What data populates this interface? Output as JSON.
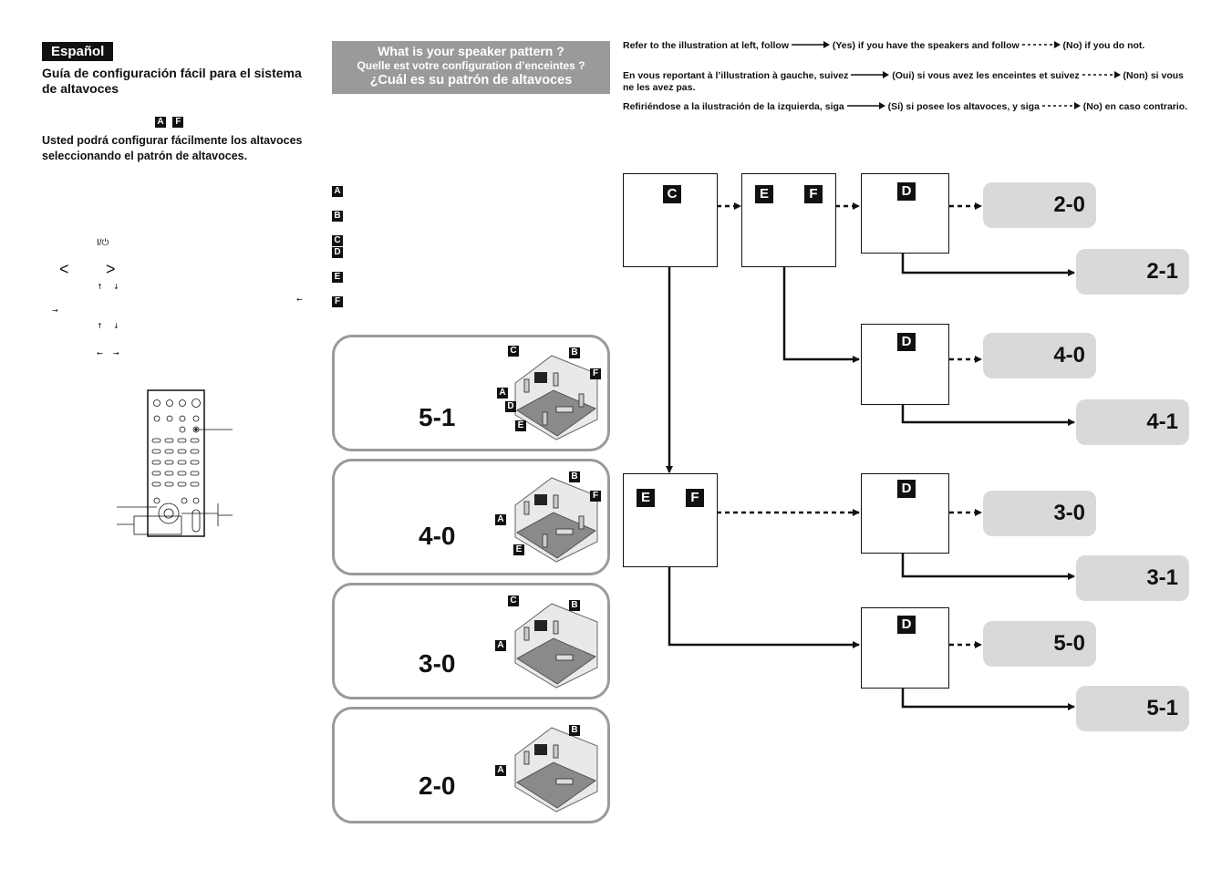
{
  "language_badge": "Español",
  "title": "Guía de configuración fácil para el sistema de altavoces",
  "intro_letters": [
    "A",
    "F"
  ],
  "intro": "Usted podrá configurar fácilmente los altavoces seleccionando el patrón de altavoces.",
  "power_symbol": "I/⏻",
  "left_arrow": "<",
  "right_arrow": ">",
  "question": {
    "en": "What is your speaker pattern ?",
    "fr": "Quelle est votre configuration d’enceintes ?",
    "es": "¿Cuál es su patrón de altavoces"
  },
  "instructions": {
    "en_a": "Refer to the illustration at left, follow",
    "en_b": "(Yes) if you have the speakers and follow",
    "en_c": "(No) if you do not.",
    "fr_a": "En vous reportant à l’illustration à gauche, suivez",
    "fr_b": "(Oui) si vous avez les enceintes et suivez",
    "fr_c": "(Non) si vous ne les avez pas.",
    "es_a": "Refiriéndose a la ilustración de la izquierda, siga",
    "es_b": "(Sí) si posee los altavoces, y siga",
    "es_c": "(No) en caso contrario."
  },
  "speaker_legend": [
    "A",
    "B",
    "C",
    "D",
    "E",
    "F"
  ],
  "patterns": [
    {
      "label": "5-1",
      "letters": [
        "C",
        "B",
        "A",
        "D",
        "F",
        "E"
      ]
    },
    {
      "label": "4-0",
      "letters": [
        "B",
        "F",
        "A",
        "E"
      ]
    },
    {
      "label": "3-0",
      "letters": [
        "C",
        "B",
        "A"
      ]
    },
    {
      "label": "2-0",
      "letters": [
        "B",
        "A"
      ]
    }
  ],
  "flow": {
    "box_c": "C",
    "box_e": "E",
    "box_f": "F",
    "box_d": "D",
    "results": [
      "2-0",
      "2-1",
      "4-0",
      "4-1",
      "3-0",
      "3-1",
      "5-0",
      "5-1"
    ]
  }
}
